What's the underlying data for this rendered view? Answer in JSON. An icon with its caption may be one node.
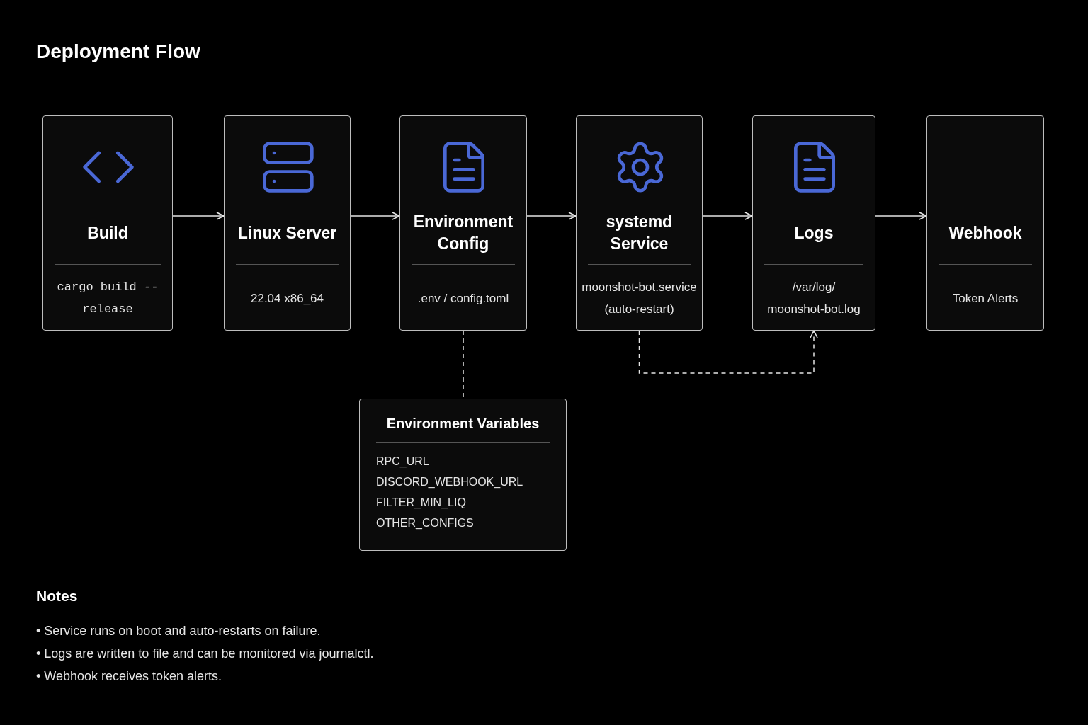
{
  "diagram": {
    "title": "Deployment Flow",
    "nodes": [
      {
        "text": [
          "Build",
          "cargo build --release"
        ]
      },
      {
        "text": [
          "Linux Server",
          "22.04 x86_64"
        ]
      },
      {
        "text": [
          "Environment Config",
          ".env / config.toml"
        ]
      },
      {
        "text": [
          "systemd Service",
          "moonshot-bot.service (auto-restart)"
        ]
      },
      {
        "text": [
          "Logs",
          "/var/log/ moonshot-bot.log"
        ]
      },
      {
        "text": [
          "Webhook",
          "Token Alerts"
        ]
      },
      {
        "text": [
          "Environment Variables",
          "RPC_URL",
          "DISCORD_WEBHOOK_URL",
          "FILTER_MIN_LIQ",
          "OTHER_CONFIGS"
        ]
      }
    ],
    "edges": [
      {
        "from": 0,
        "to": 1,
        "arrow": "to"
      },
      {
        "from": 1,
        "to": 2,
        "arrow": "to"
      },
      {
        "from": 2,
        "to": 3,
        "arrow": "to"
      },
      {
        "from": 3,
        "to": 4,
        "arrow": "to"
      },
      {
        "from": 4,
        "to": 5,
        "arrow": "to"
      },
      {
        "from": 2,
        "to": 6,
        "arrow": "none",
        "style": "dashed"
      },
      {
        "from": 3,
        "to": 4,
        "arrow": "to",
        "style": "dashed"
      }
    ],
    "labels": [
      "Notes",
      "• Service runs on boot and auto-restarts on failure.",
      "• Logs are written to file and can be monitored via journalctl.",
      "• Webhook receives token alerts."
    ]
  }
}
